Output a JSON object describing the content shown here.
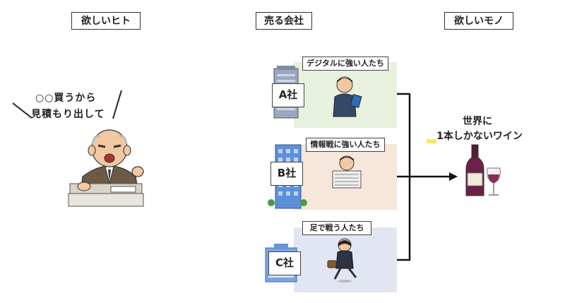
{
  "headers": {
    "buyer": "欲しいヒト",
    "sellers": "売る会社",
    "want": "欲しいモノ"
  },
  "buyer": {
    "speech_line1": "○○買うから",
    "speech_line2": "見積もり出して"
  },
  "companies": [
    {
      "label": "A社",
      "tag": "デジタルに強い人たち",
      "bg": "#e8f0de"
    },
    {
      "label": "B社",
      "tag": "情報戦に強い人たち",
      "bg": "#f7e6da"
    },
    {
      "label": "C社",
      "tag": "足で戦う人たち",
      "bg": "#e1e6f2"
    }
  ],
  "goal": {
    "line1": "世界に",
    "line2": "1本しかないワイン",
    "highlight_color": "#f5e96a"
  }
}
